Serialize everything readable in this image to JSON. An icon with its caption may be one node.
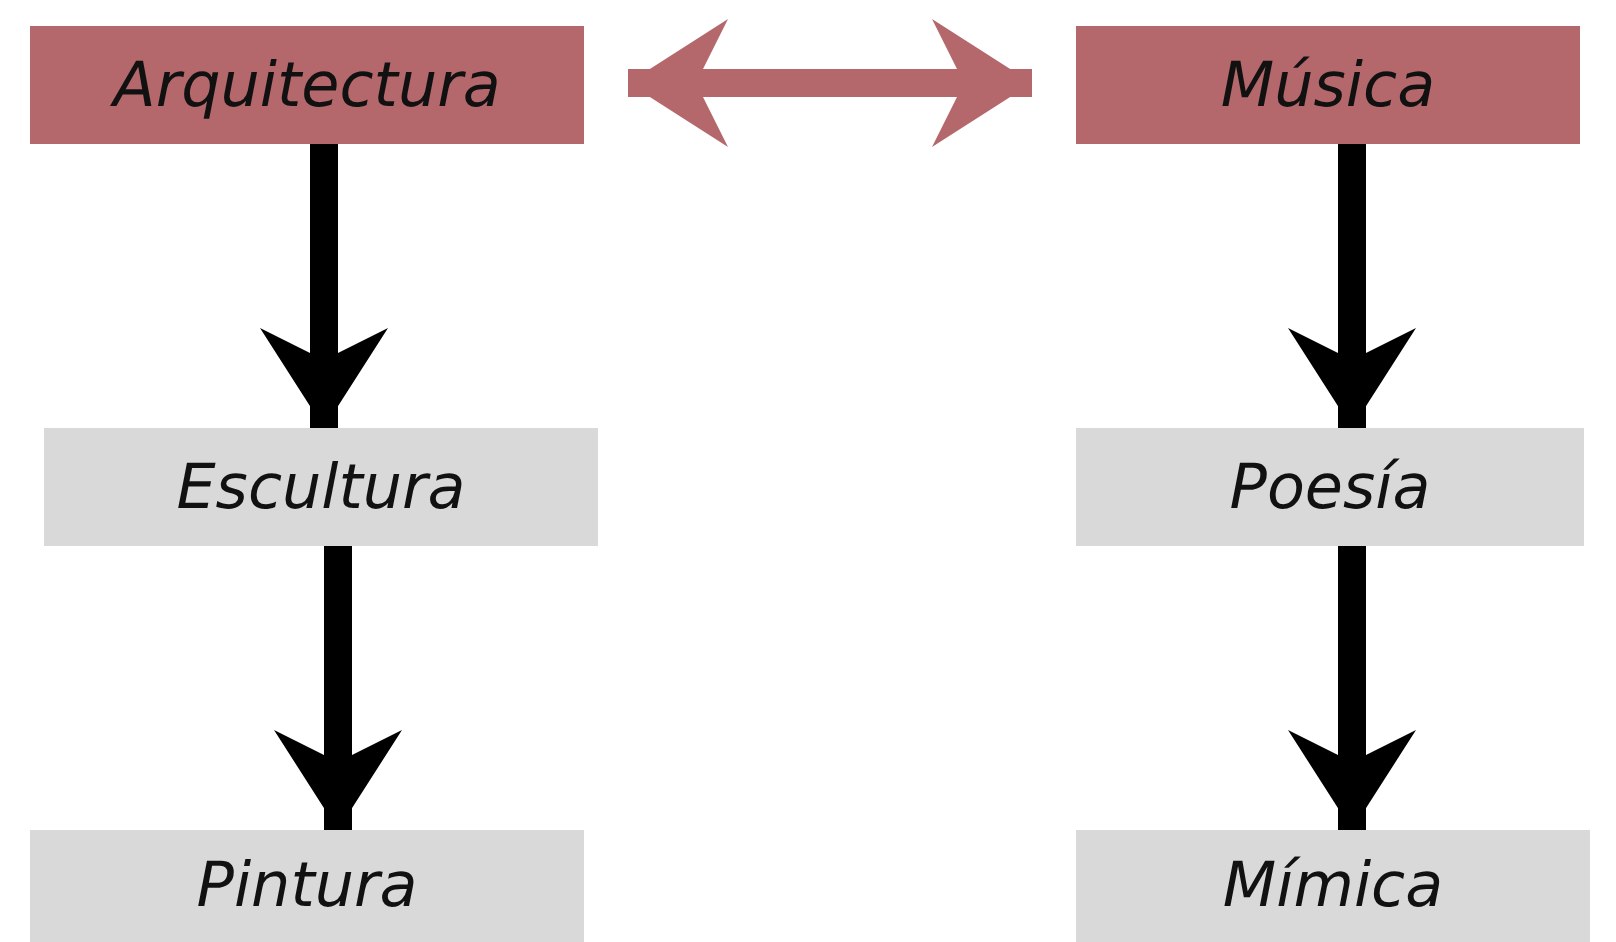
{
  "diagram": {
    "nodes": [
      {
        "text": [
          "Arquitectura"
        ]
      },
      {
        "text": [
          "Música"
        ]
      },
      {
        "text": [
          "Escultura"
        ]
      },
      {
        "text": [
          "Poesía"
        ]
      },
      {
        "text": [
          "Pintura"
        ]
      },
      {
        "text": [
          "Mímica"
        ]
      }
    ],
    "edges": [
      {
        "from": 0,
        "to": 1,
        "arrow": "both",
        "color": "#b5686b"
      },
      {
        "from": 0,
        "to": 2,
        "arrow": "to"
      },
      {
        "from": 2,
        "to": 4,
        "arrow": "to"
      },
      {
        "from": 1,
        "to": 3,
        "arrow": "to"
      },
      {
        "from": 3,
        "to": 5,
        "arrow": "to"
      }
    ]
  }
}
